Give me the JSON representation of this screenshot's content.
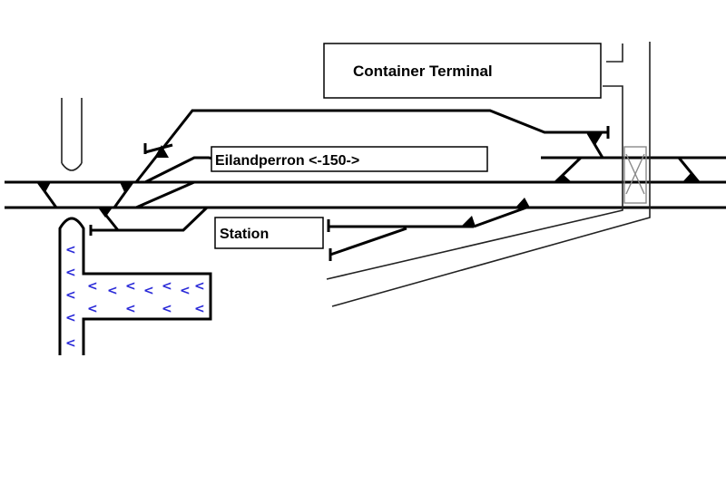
{
  "labels": {
    "container_terminal": "Container Terminal",
    "eilandperron": "Eilandperron <-150->",
    "station": "Station"
  },
  "colors": {
    "track": "#000000",
    "thin_track": "#222222",
    "water": "#2a2ad8",
    "crossing": "#8a8a8a",
    "background": "#ffffff"
  },
  "water_symbol": "<"
}
